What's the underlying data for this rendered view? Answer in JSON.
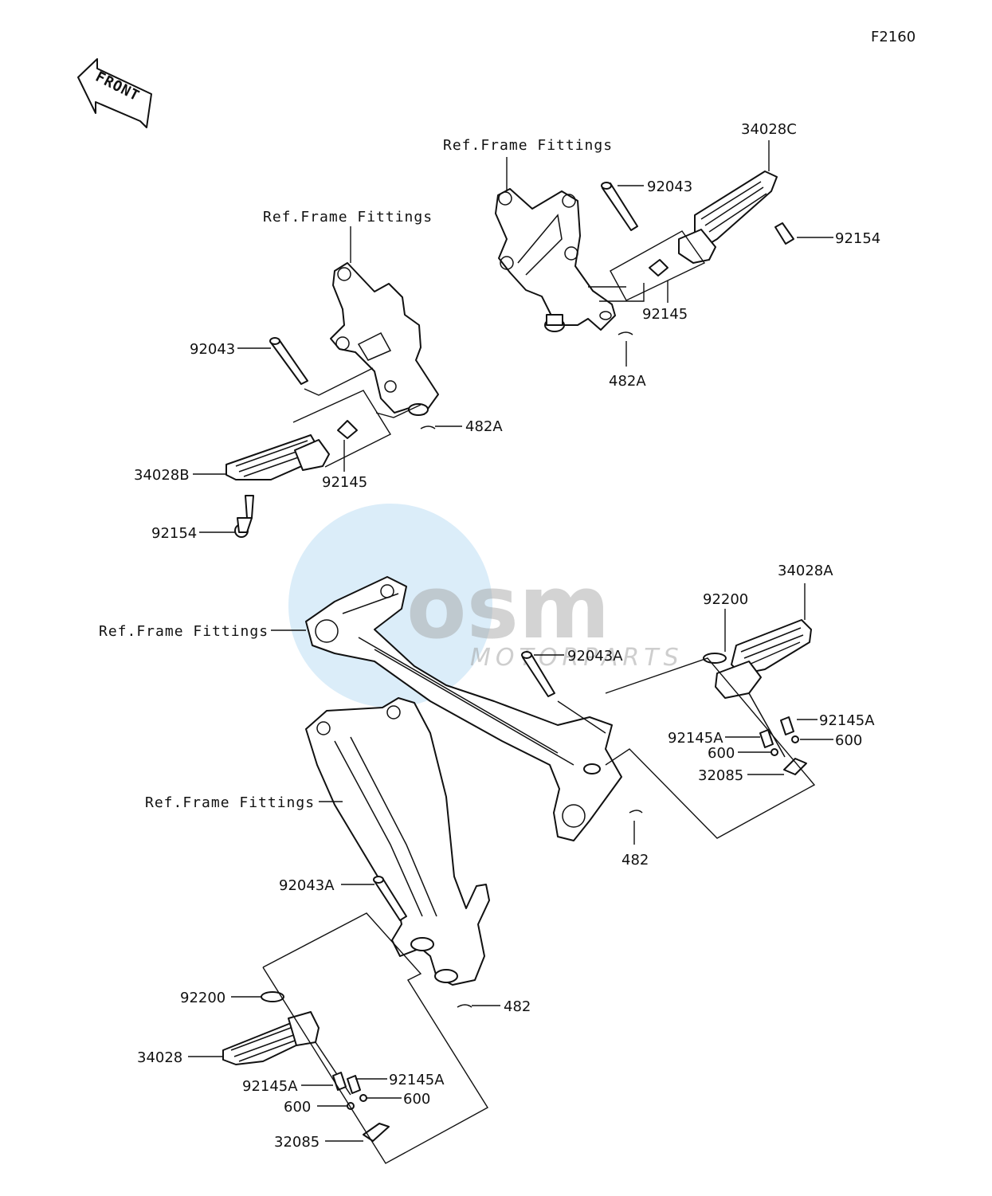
{
  "diagram_code": "F2160",
  "front_label": "FRONT",
  "watermark": {
    "brand": "osm",
    "sub": "MOTORPARTS"
  },
  "labels": {
    "ref_top_right": "Ref.Frame Fittings",
    "ref_top_left": "Ref.Frame Fittings",
    "ref_mid": "Ref.Frame Fittings",
    "ref_lower": "Ref.Frame Fittings",
    "p_34028C": "34028C",
    "p_92043_tr": "92043",
    "p_92154_tr": "92154",
    "p_92145_tr": "92145",
    "p_482A_tr": "482A",
    "p_92043_tl": "92043",
    "p_482A_tl": "482A",
    "p_34028B": "34028B",
    "p_92145_tl": "92145",
    "p_92154_tl": "92154",
    "p_34028A": "34028A",
    "p_92200_r": "92200",
    "p_92043A_mid": "92043A",
    "p_92145A_r1": "92145A",
    "p_92145A_r2": "92145A",
    "p_600_r1": "600",
    "p_600_r2": "600",
    "p_32085_r": "32085",
    "p_482_mid": "482",
    "p_92043A_low": "92043A",
    "p_482_low": "482",
    "p_92200_l": "92200",
    "p_34028": "34028",
    "p_92145A_l1": "92145A",
    "p_92145A_l2": "92145A",
    "p_600_l1": "600",
    "p_600_l2": "600",
    "p_32085_l": "32085"
  }
}
